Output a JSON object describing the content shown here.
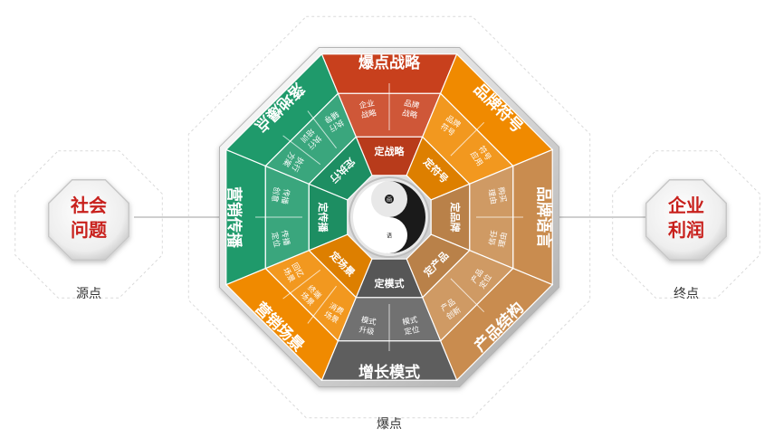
{
  "left_badge": {
    "line1": "社会",
    "line2": "问题",
    "caption": "源点"
  },
  "right_badge": {
    "line1": "企业",
    "line2": "利润",
    "caption": "终点"
  },
  "bottom_caption": "爆点",
  "center_small": {
    "top": "画",
    "bottom": "语"
  },
  "colors": {
    "red": "#c8401d",
    "orange": "#f08a00",
    "tan": "#c98c4f",
    "gray": "#5e5e5e",
    "green": "#1f9a6b",
    "badge_text": "#c8201c"
  },
  "sectors": {
    "top": {
      "outer": "爆点战略",
      "mid": [
        "企业\n战略",
        "品牌\n战略"
      ],
      "inner": "定战略"
    },
    "top_right": {
      "outer": "品牌符号",
      "mid": [
        "品牌\n符号",
        "符号\n应用"
      ],
      "inner": "定符号"
    },
    "right": {
      "outer": "品牌语言",
      "mid": [
        "购买\n理由",
        "信任\n理由"
      ],
      "inner": "定品牌"
    },
    "bottom_right": {
      "outer": "产品结构",
      "mid": [
        "产品\n定位",
        "产品\n创新"
      ],
      "inner": "定产品"
    },
    "bottom": {
      "outer": "增长模式",
      "mid": [
        "模式\n定位",
        "模式\n升级"
      ],
      "inner": "定模式"
    },
    "bottom_left": {
      "outer": "营销场景",
      "mid": [
        "消费\n场景",
        "终端\n场景",
        "回忆\n场景"
      ],
      "inner": "定场景"
    },
    "left": {
      "outer": "营销传播",
      "mid": [
        "传播\n定位",
        "传播\n创意"
      ],
      "inner": "定传播"
    },
    "top_left": {
      "outer": "落地爆点",
      "mid": [
        "执行\n方案",
        "执行\n培训",
        "执行\n辅导"
      ],
      "inner": "定执行"
    }
  }
}
